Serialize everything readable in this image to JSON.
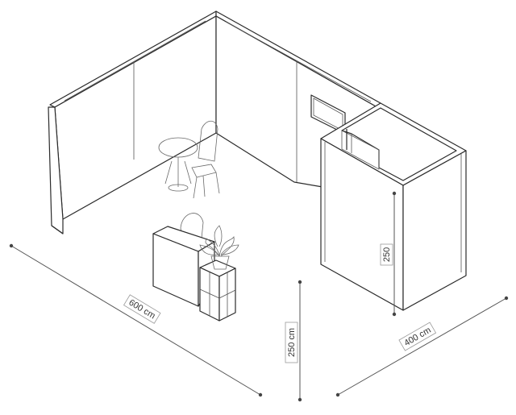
{
  "dimensions": {
    "width_label": "600 cm",
    "height_label": "250 cm",
    "depth_label": "400 cm",
    "cabin_height_label": "250"
  },
  "colors": {
    "line": "#2b2b2b",
    "sketch": "#6a6a6a",
    "background": "#ffffff"
  },
  "furniture": [
    "round-table",
    "chair",
    "bar-stool",
    "counter",
    "shelf-cube",
    "potted-plant"
  ]
}
